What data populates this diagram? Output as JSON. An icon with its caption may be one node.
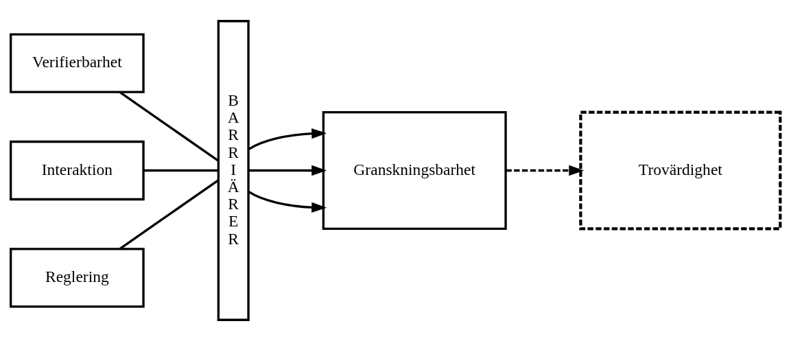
{
  "diagram": {
    "nodes": [
      {
        "text": [
          "Verifierbarhet"
        ]
      },
      {
        "text": [
          "Interaktion"
        ]
      },
      {
        "text": [
          "Reglering"
        ]
      },
      {
        "text": [
          "BARRIÄRER"
        ]
      },
      {
        "text": [
          "Granskningsbarhet"
        ]
      },
      {
        "text": [
          "Trovärdighet"
        ]
      }
    ],
    "edges": [
      {
        "from": 0,
        "to": 3,
        "arrow": "none"
      },
      {
        "from": 1,
        "to": 3,
        "arrow": "none"
      },
      {
        "from": 2,
        "to": 3,
        "arrow": "none"
      },
      {
        "from": 3,
        "to": 4,
        "arrow": "to"
      },
      {
        "from": 3,
        "to": 4,
        "arrow": "to"
      },
      {
        "from": 3,
        "to": 4,
        "arrow": "to"
      },
      {
        "from": 4,
        "to": 5,
        "arrow": "to",
        "style": "dashed"
      }
    ]
  }
}
